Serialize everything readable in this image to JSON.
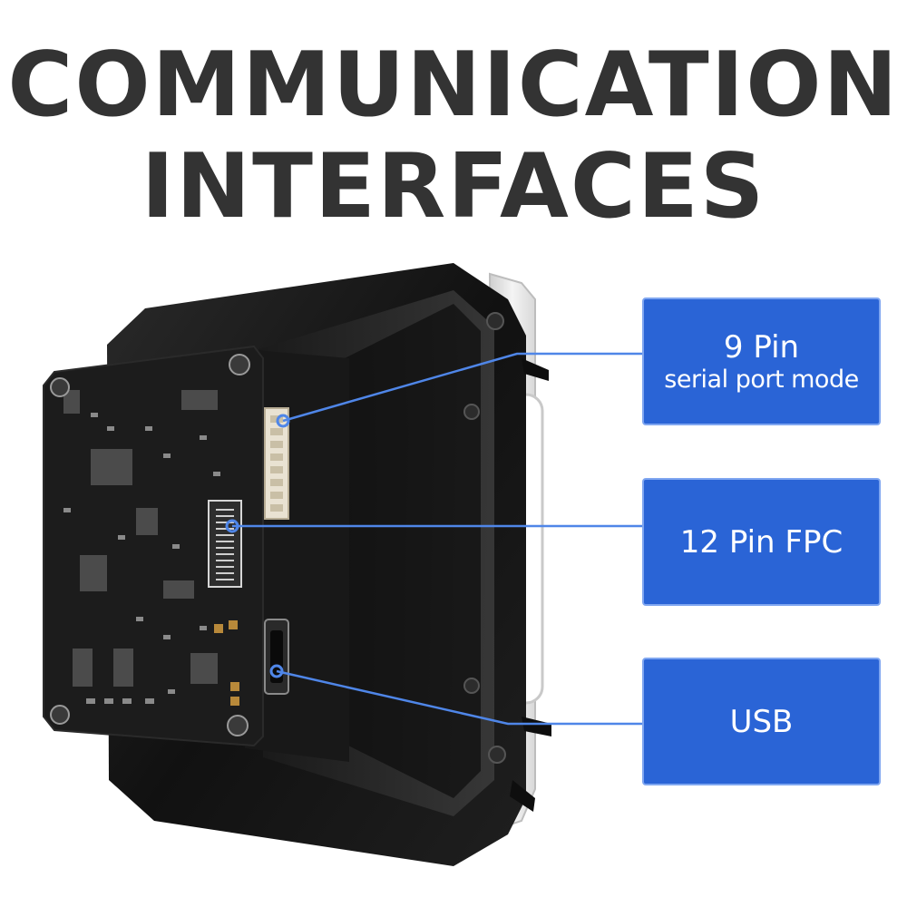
{
  "headline": {
    "line1": "COMMUNICATION",
    "line2": "INTERFACES"
  },
  "callouts": [
    {
      "main": "9 Pin",
      "sub": "serial port mode"
    },
    {
      "main": "12 Pin FPC",
      "sub": ""
    },
    {
      "main": "USB",
      "sub": ""
    }
  ],
  "colors": {
    "headline": "#333333",
    "callout_fill": "#2a64d6",
    "callout_border": "#7fa6f0",
    "leader_line": "#4f86e8",
    "housing": "#141414",
    "pcb": "#1c1c1c",
    "window": "#e8e8e8"
  }
}
